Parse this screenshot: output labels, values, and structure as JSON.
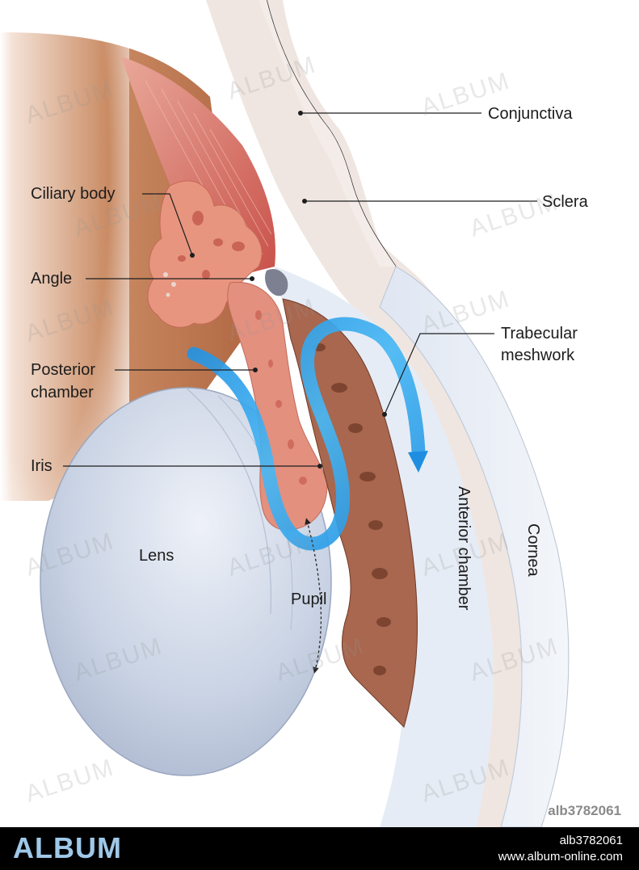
{
  "labels": {
    "conjunctiva": "Conjunctiva",
    "ciliary_body": "Ciliary body",
    "sclera": "Sclera",
    "angle": "Angle",
    "trabecular_line1": "Trabecular",
    "trabecular_line2": "meshwork",
    "posterior_line1": "Posterior",
    "posterior_line2": "chamber",
    "iris": "Iris",
    "lens": "Lens",
    "pupil": "Pupil",
    "anterior_chamber": "Anterior chamber",
    "cornea": "Cornea"
  },
  "watermark": {
    "text": "ALBUM",
    "stock_id": "alb3782061"
  },
  "footer": {
    "logo": "ALBUM",
    "image_id": "alb3782061",
    "url": "www.album-online.com"
  },
  "colors": {
    "aqueous_flow": "#2f9fe6",
    "lens": "#c9d3e4",
    "iris": "#e3907f",
    "ciliary_body": "#d86e5d",
    "sclera": "#efe6e1",
    "cornea": "#e4ebf4",
    "footer_logo": "#9fc8e8"
  },
  "icons": [
    "aqueous-flow-arrow-icon",
    "pupil-movement-arrow-icon"
  ]
}
